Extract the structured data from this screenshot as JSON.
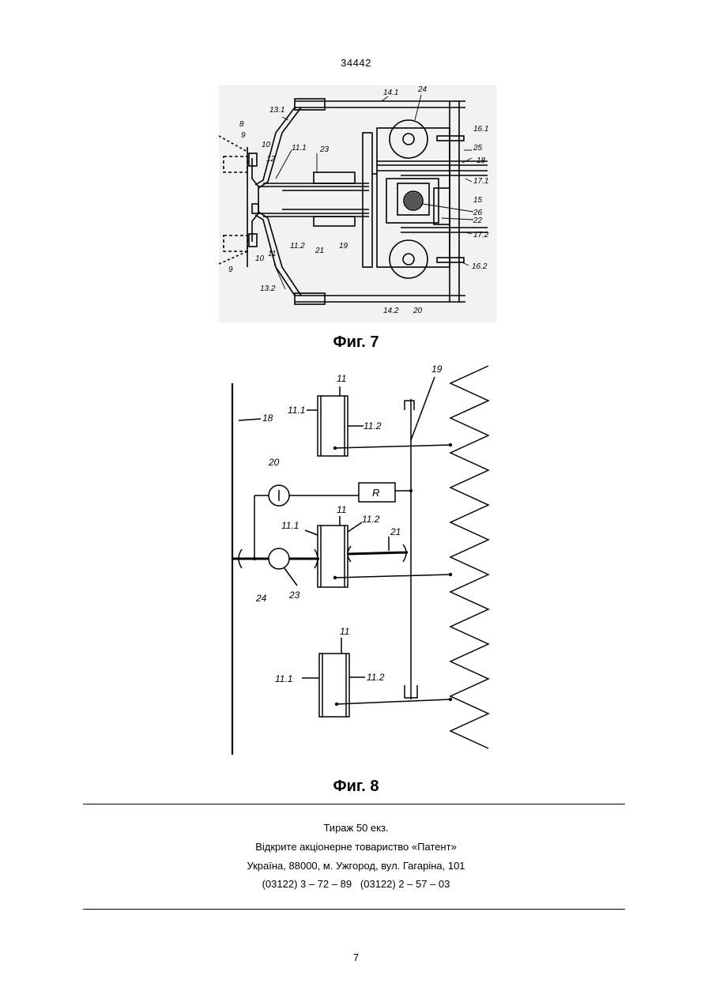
{
  "header": {
    "doc_number": "34442"
  },
  "figures": [
    {
      "caption": "Фиг. 7",
      "labels": [
        "14.1",
        "24",
        "13.1",
        "8",
        "9",
        "10",
        "12",
        "11.1",
        "23",
        "16.1",
        "25",
        "18",
        "17.1",
        "15",
        "26",
        "22",
        "17.2",
        "11.2",
        "21",
        "19",
        "16.2",
        "10",
        "11",
        "9",
        "13.2",
        "14.2",
        "20"
      ]
    },
    {
      "caption": "Фиг. 8",
      "labels": [
        "11",
        "11.1",
        "11.2",
        "18",
        "19",
        "20",
        "R",
        "11.1",
        "11",
        "11.2",
        "21",
        "24",
        "23",
        "11",
        "11.1",
        "11.2"
      ]
    }
  ],
  "imprint": {
    "run": "Тираж 50 екз.",
    "publisher": "Відкрите акціонерне товариство «Патент»",
    "address": "Україна, 88000, м. Ужгород, вул. Гагаріна, 101",
    "phones": "(03122) 3 – 72 – 89   (03122) 2 – 57 – 03"
  },
  "footer": {
    "page_number": "7"
  }
}
